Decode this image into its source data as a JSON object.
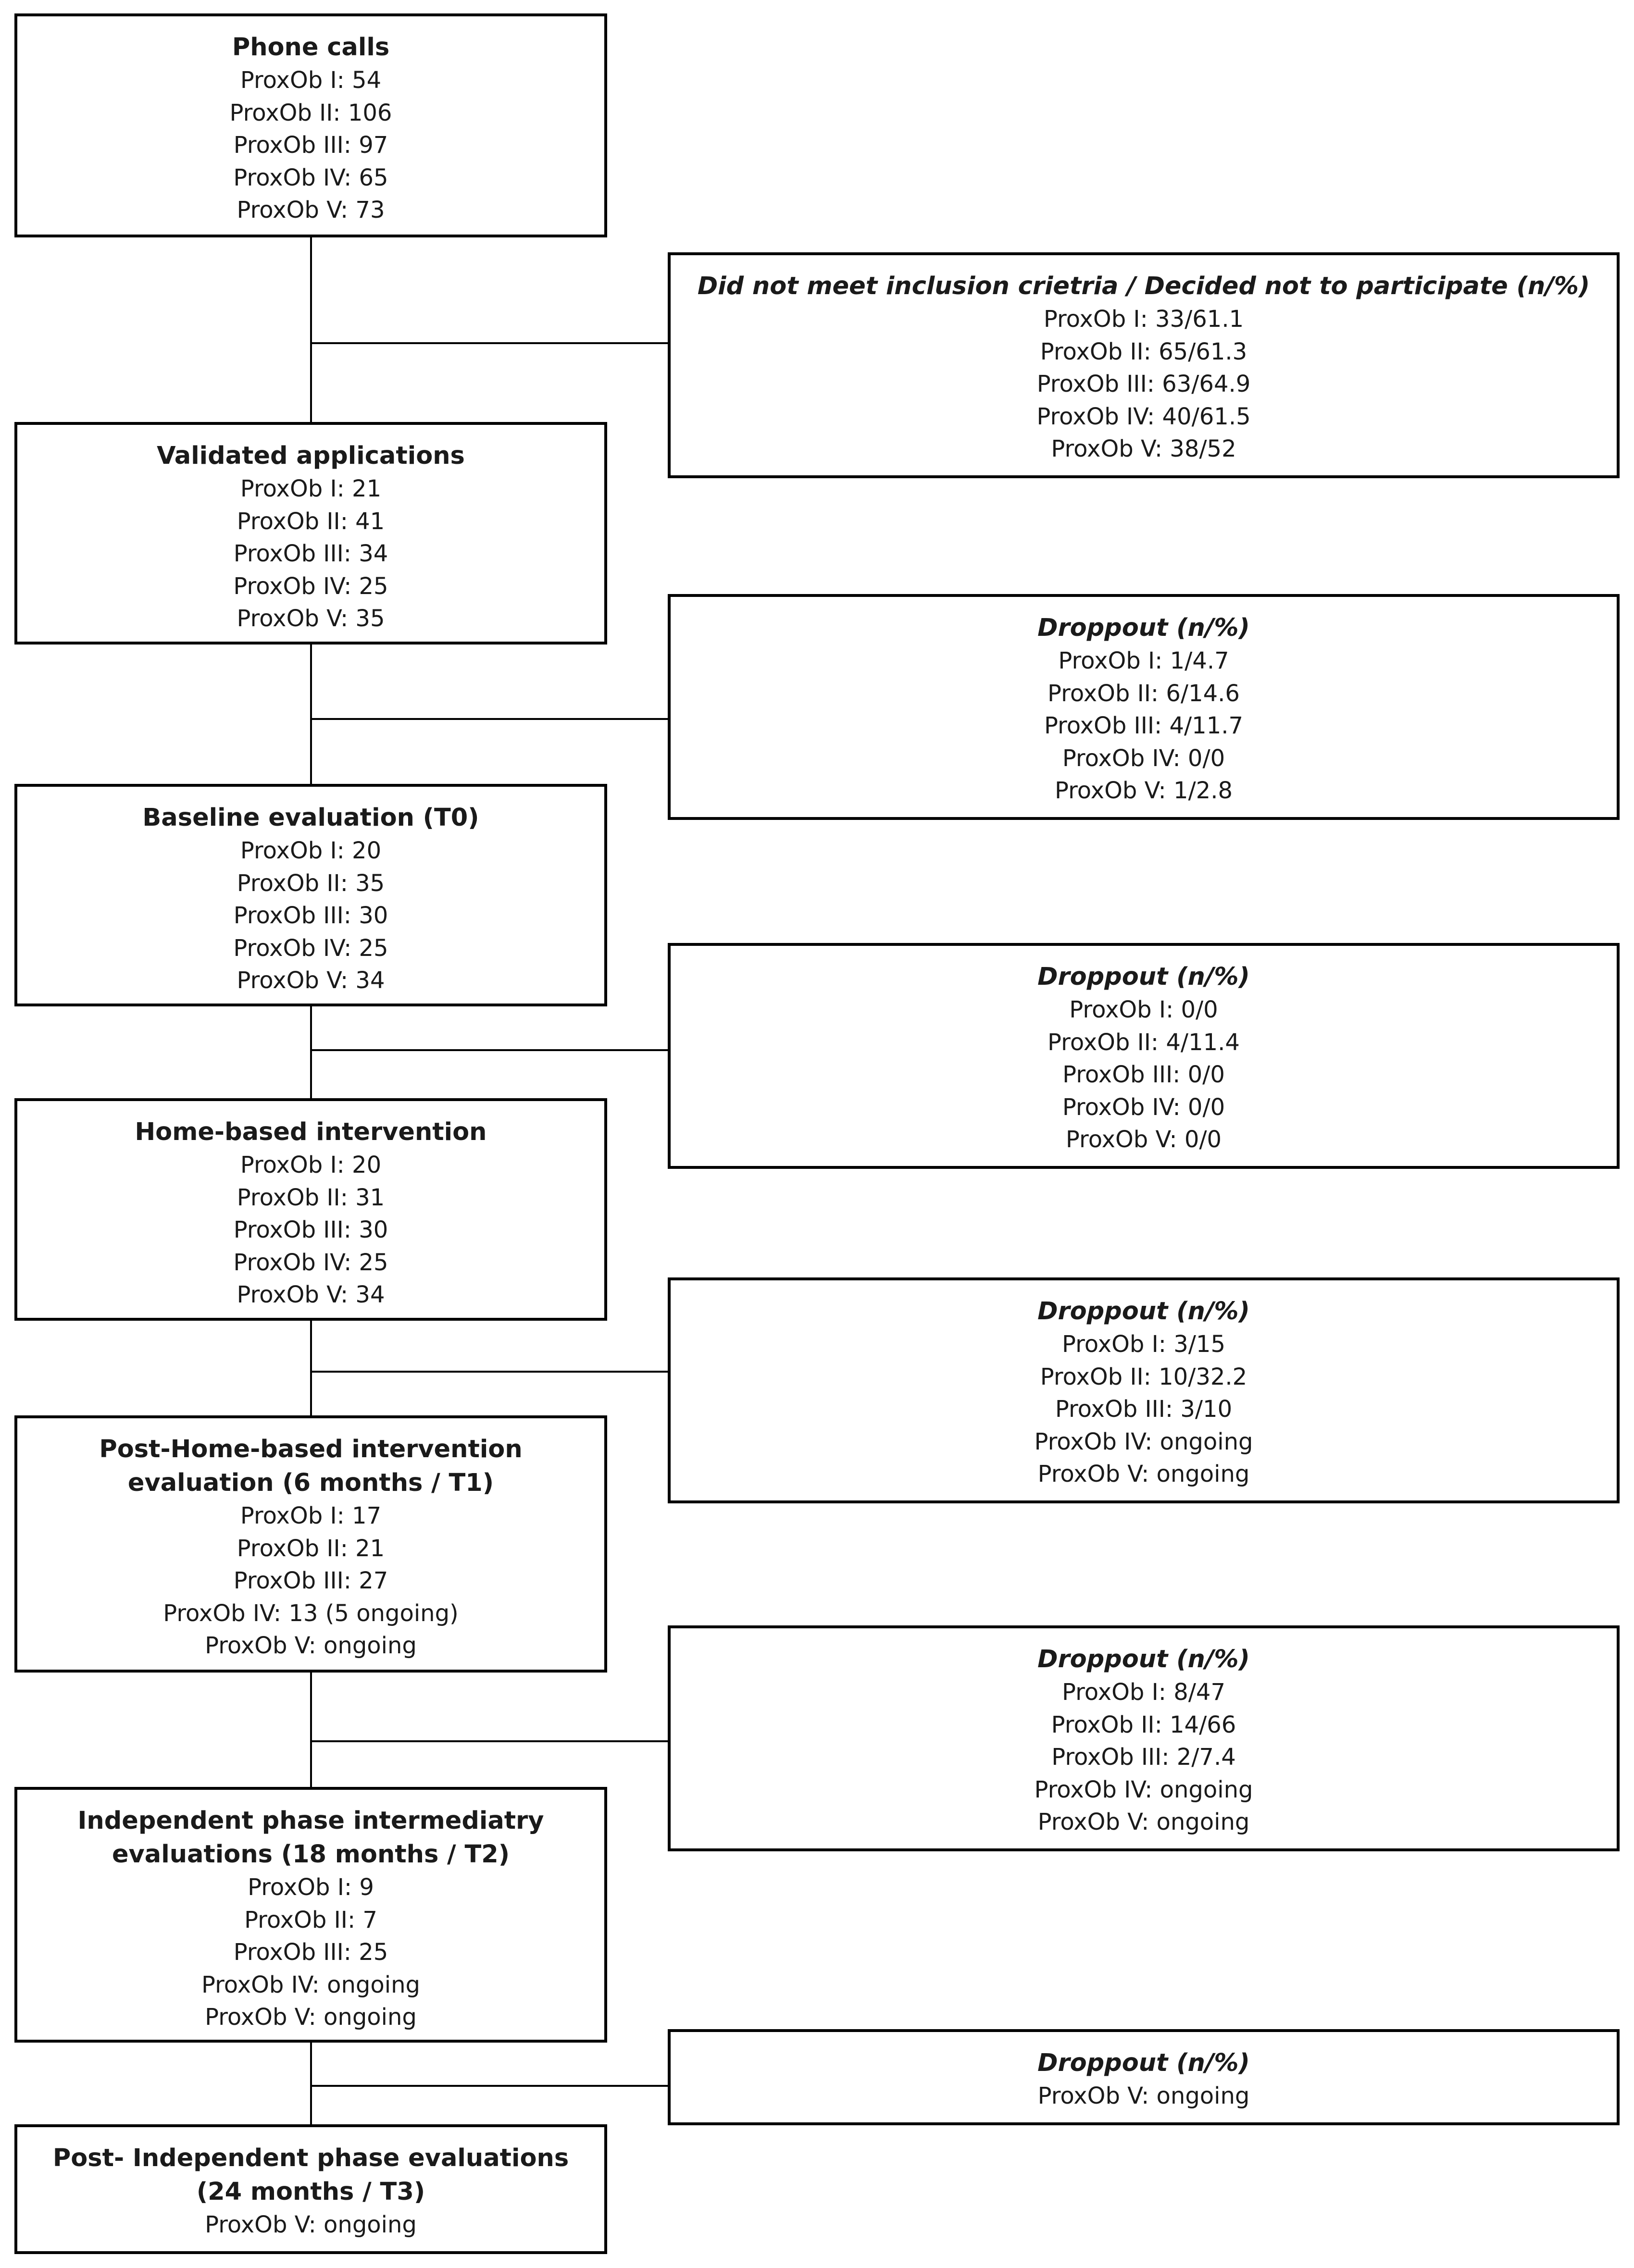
{
  "main_boxes": [
    {
      "title": "Phone calls",
      "lines": [
        "ProxOb I: 54",
        "ProxOb II: 106",
        "ProxOb III: 97",
        "ProxOb IV: 65",
        "ProxOb V: 73"
      ]
    },
    {
      "title": "Validated applications",
      "lines": [
        "ProxOb I: 21",
        "ProxOb II: 41",
        "ProxOb III: 34",
        "ProxOb IV: 25",
        "ProxOb V: 35"
      ]
    },
    {
      "title": "Baseline evaluation (T0)",
      "lines": [
        "ProxOb I: 20",
        "ProxOb II: 35",
        "ProxOb III: 30",
        "ProxOb IV: 25",
        "ProxOb V: 34"
      ]
    },
    {
      "title": "Home-based intervention",
      "lines": [
        "ProxOb I: 20",
        "ProxOb II: 31",
        "ProxOb III: 30",
        "ProxOb IV: 25",
        "ProxOb V: 34"
      ]
    },
    {
      "title": "Post-Home-based intervention evaluation (6 months / T1)",
      "lines": [
        "ProxOb I: 17",
        "ProxOb II: 21",
        "ProxOb III: 27",
        "ProxOb IV: 13 (5 ongoing)",
        "ProxOb V: ongoing"
      ]
    },
    {
      "title": "Independent phase intermediatry evaluations (18 months / T2)",
      "lines": [
        "ProxOb I: 9",
        "ProxOb II: 7",
        "ProxOb III: 25",
        "ProxOb IV: ongoing",
        "ProxOb V: ongoing"
      ]
    },
    {
      "title": "Post- Independent phase evaluations (24 months / T3)",
      "lines": [
        "ProxOb V: ongoing"
      ]
    }
  ],
  "side_boxes": [
    {
      "title": "Did not meet inclusion crietria / Decided not to participate (n/%)",
      "lines": [
        "ProxOb I: 33/61.1",
        "ProxOb II: 65/61.3",
        "ProxOb III: 63/64.9",
        "ProxOb IV: 40/61.5",
        "ProxOb V: 38/52"
      ]
    },
    {
      "title": "Droppout (n/%)",
      "lines": [
        "ProxOb I: 1/4.7",
        "ProxOb II: 6/14.6",
        "ProxOb III: 4/11.7",
        "ProxOb IV: 0/0",
        "ProxOb V: 1/2.8"
      ]
    },
    {
      "title": "Droppout (n/%)",
      "lines": [
        "ProxOb I: 0/0",
        "ProxOb II: 4/11.4",
        "ProxOb III: 0/0",
        "ProxOb IV: 0/0",
        "ProxOb V: 0/0"
      ]
    },
    {
      "title": "Droppout (n/%)",
      "lines": [
        "ProxOb I: 3/15",
        "ProxOb II: 10/32.2",
        "ProxOb III: 3/10",
        "ProxOb IV: ongoing",
        "ProxOb V: ongoing"
      ]
    },
    {
      "title": "Droppout (n/%)",
      "lines": [
        "ProxOb I: 8/47",
        "ProxOb II: 14/66",
        "ProxOb III: 2/7.4",
        "ProxOb IV: ongoing",
        "ProxOb V: ongoing"
      ]
    },
    {
      "title": "Droppout (n/%)",
      "lines": [
        "ProxOb V: ongoing"
      ]
    }
  ]
}
